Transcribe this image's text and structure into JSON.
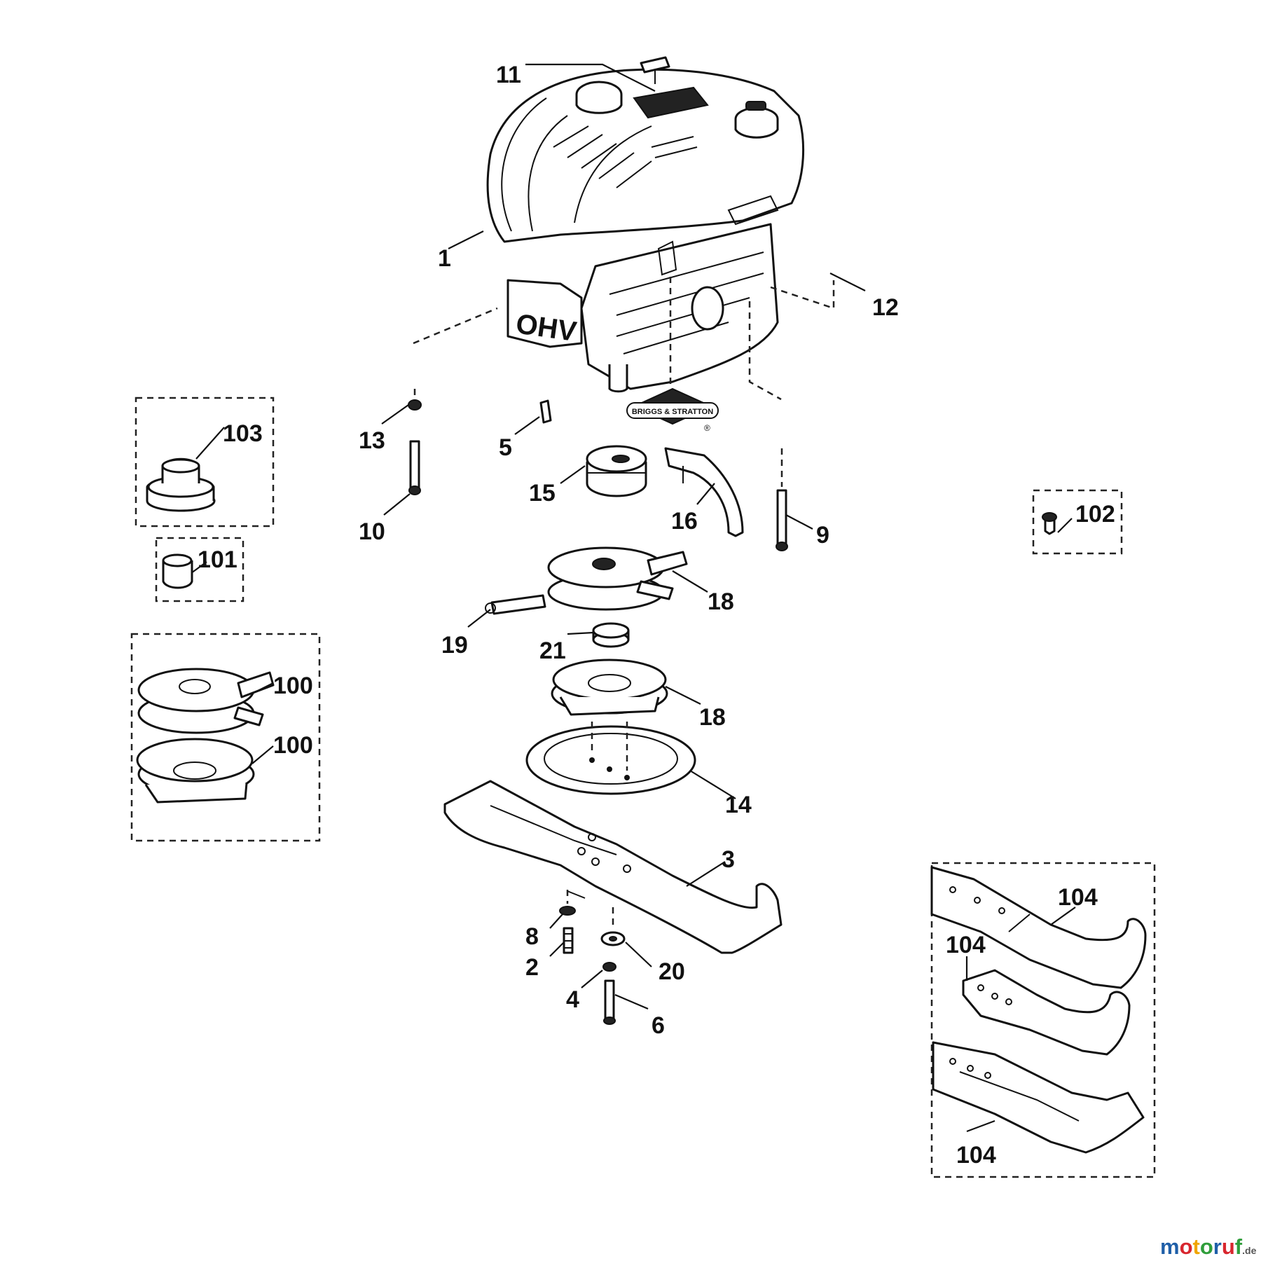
{
  "diagram": {
    "engine_tag": "OHV",
    "brand_badge": "BRIGGS & STRATTON",
    "brand_mark": "®",
    "part_labels": [
      {
        "id": "1",
        "text": "1"
      },
      {
        "id": "2",
        "text": "2"
      },
      {
        "id": "3",
        "text": "3"
      },
      {
        "id": "4",
        "text": "4"
      },
      {
        "id": "5",
        "text": "5"
      },
      {
        "id": "6",
        "text": "6"
      },
      {
        "id": "8",
        "text": "8"
      },
      {
        "id": "9",
        "text": "9"
      },
      {
        "id": "10",
        "text": "10"
      },
      {
        "id": "11",
        "text": "11"
      },
      {
        "id": "12",
        "text": "12"
      },
      {
        "id": "13",
        "text": "13"
      },
      {
        "id": "14",
        "text": "14"
      },
      {
        "id": "15",
        "text": "15"
      },
      {
        "id": "16",
        "text": "16"
      },
      {
        "id": "18a",
        "text": "18"
      },
      {
        "id": "18b",
        "text": "18"
      },
      {
        "id": "19",
        "text": "19"
      },
      {
        "id": "20",
        "text": "20"
      },
      {
        "id": "21",
        "text": "21"
      },
      {
        "id": "100a",
        "text": "100"
      },
      {
        "id": "100b",
        "text": "100"
      },
      {
        "id": "101",
        "text": "101"
      },
      {
        "id": "102",
        "text": "102"
      },
      {
        "id": "103",
        "text": "103"
      },
      {
        "id": "104a",
        "text": "104"
      },
      {
        "id": "104b",
        "text": "104"
      },
      {
        "id": "104c",
        "text": "104"
      }
    ]
  },
  "watermark": {
    "brand_parts": [
      "m",
      "o",
      "t",
      "o",
      "r",
      "u",
      "f"
    ],
    "colors": [
      "#1f5fa8",
      "#d8262e",
      "#f0a500",
      "#2f9e3b",
      "#1f5fa8",
      "#d8262e",
      "#2f9e3b"
    ],
    "suffix": ".de"
  }
}
